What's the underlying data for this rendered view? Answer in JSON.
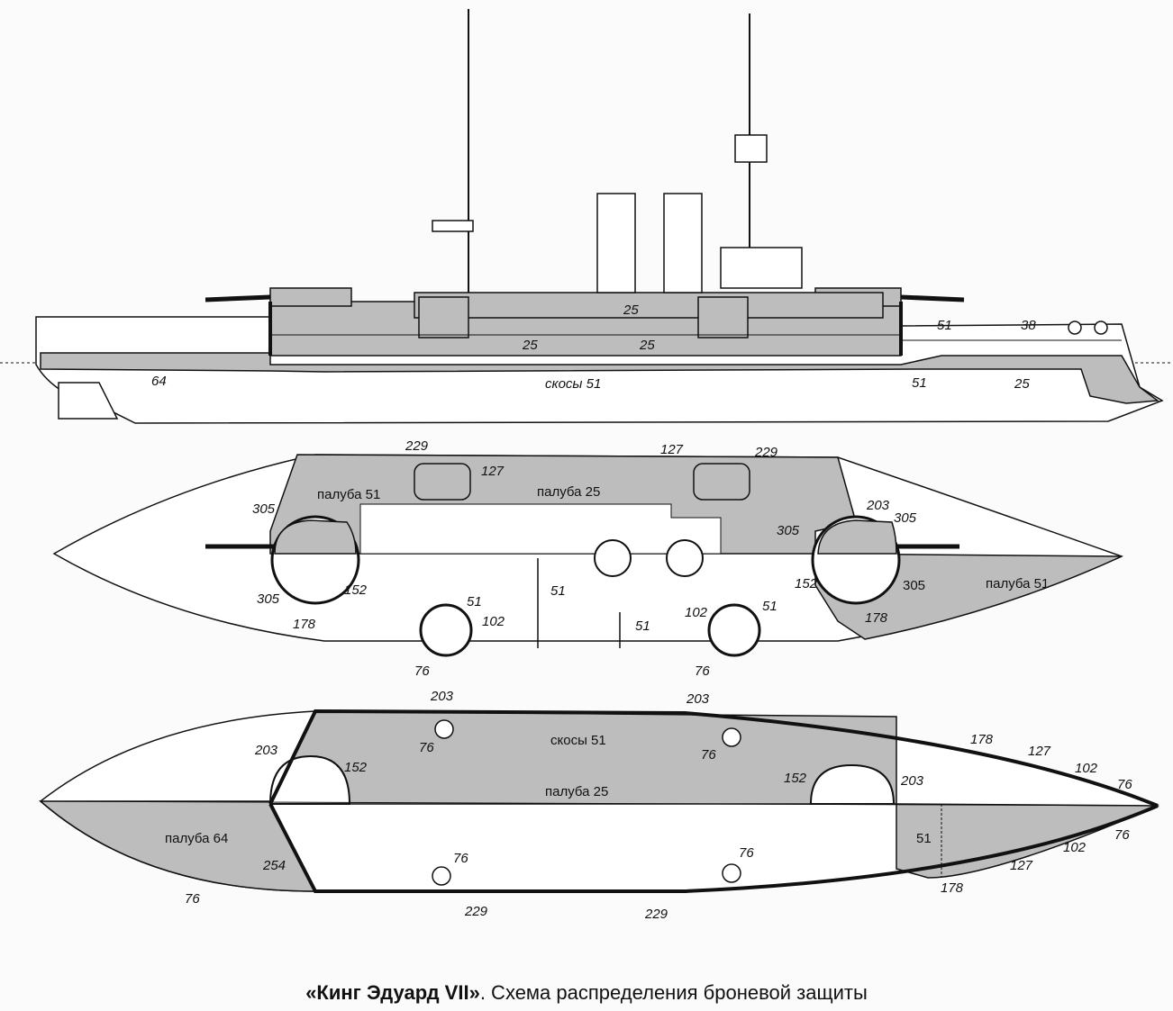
{
  "caption": {
    "bold": "«Кинг Эдуард VII»",
    "rest": ". Схема распределения броневой защиты"
  },
  "colors": {
    "armor": "#bdbdbd",
    "hull": "#ffffff",
    "line": "#111111"
  },
  "profile_labels": {
    "l25_upper": "25",
    "l25_a": "25",
    "l25_b": "25",
    "l51_bow": "51",
    "l38": "38",
    "l64": "64",
    "skosy": "скосы 51",
    "l51_bow_low": "51",
    "l25_bow_low": "25"
  },
  "deck_labels": {
    "l229": "229",
    "l127_l": "127",
    "paluba51_l": "палуба 51",
    "paluba25": "палуба 25",
    "l127_r": "127",
    "l229_r": "229",
    "l305_tl": "305",
    "l203": "203",
    "l305_tr": "305",
    "l305_mid": "305",
    "l305_bl": "305",
    "l152_l": "152",
    "l152_r": "152",
    "l305_br": "305",
    "paluba51_r": "палуба 51",
    "l178_l": "178",
    "l178_r": "178",
    "l51_a": "51",
    "l51_b": "51",
    "l51_c": "51",
    "l51_d": "51",
    "l102_l": "102",
    "l102_r": "102",
    "l76_l": "76",
    "l76_r": "76"
  },
  "plan_labels": {
    "l203_top1": "203",
    "l203_top2": "203",
    "l203_left": "203",
    "l76_a": "76",
    "skosy": "скосы 51",
    "l76_b": "76",
    "l178_top": "178",
    "l127_top": "127",
    "l102_top": "102",
    "l76_tip_top": "76",
    "l152_left": "152",
    "l152_right": "152",
    "l203_right": "203",
    "paluba25": "палуба 25",
    "paluba64": "палуба 64",
    "l51_box": "51",
    "l76_tip_bot": "76",
    "l102_bot": "102",
    "l76_c": "76",
    "l76_d": "76",
    "l254": "254",
    "l127_bot": "127",
    "l178_bot": "178",
    "l76_stern": "76",
    "l229_a": "229",
    "l229_b": "229"
  }
}
